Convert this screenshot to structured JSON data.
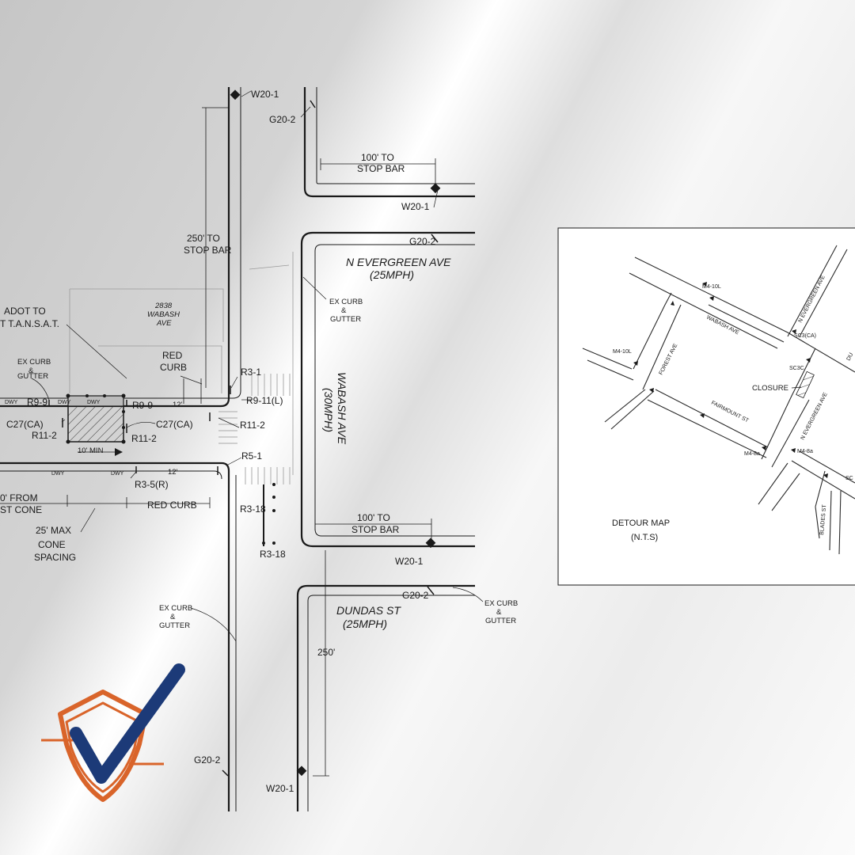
{
  "plan": {
    "signs": {
      "w20_1": "W20-1",
      "g20_2": "G20-2",
      "g20_2b": "G20-2",
      "r3_1": "R3-1",
      "r9_11l": "R9-11(L)",
      "r11_2": "R11-2",
      "r5_1": "R5-1",
      "r3_18": "R3-18",
      "r9_9": "R9-9",
      "c27ca": "C27(CA)",
      "r3_5r": "R3-5(R)"
    },
    "dims": {
      "to_stop_bar_100_l1": "100' TO",
      "to_stop_bar_100_l2": "STOP BAR",
      "to_stop_bar_250_l1": "250' TO",
      "to_stop_bar_250_l2": "STOP BAR",
      "d250": "250'",
      "d12": "12'",
      "min10": "10' MIN",
      "from_l1": "0' FROM",
      "from_l2": "ST CONE",
      "cone_l1": "25' MAX",
      "cone_l2": "CONE",
      "cone_l3": "SPACING"
    },
    "notes": {
      "ex_curb_l1": "EX CURB",
      "ex_curb_l2": "&",
      "ex_curb_l3": "GUTTER",
      "red_curb_l1": "RED",
      "red_curb_l2": "CURB",
      "red_curb_single": "RED CURB",
      "adot_l1": "ADOT TO",
      "adot_l2": "T T.A.N.S.A.T.",
      "addr_l1": "2838",
      "addr_l2": "WABASH",
      "addr_l3": "AVE",
      "dwy": "DWY"
    },
    "streets": {
      "evergreen_name": "N EVERGREEN AVE",
      "evergreen_speed": "(25MPH)",
      "wabash_name": "WABASH AVE",
      "wabash_speed": "(30MPH)",
      "dundas_name": "DUNDAS ST",
      "dundas_speed": "(25MPH)"
    }
  },
  "detour": {
    "title": "DETOUR MAP",
    "scale": "(N.T.S)",
    "streets": {
      "wabash": "WABASH AVE",
      "forest": "FOREST AVE",
      "fairmount": "FAIRMOUNT ST",
      "evergreen_top": "N EVERGREEN AVE",
      "evergreen_mid": "N EVERGREEN AVE",
      "blades": "BLADES ST",
      "du_cut": "DU"
    },
    "closure": "CLOSURE",
    "signs": {
      "m4_10l_a": "M4-10L",
      "m4_10l_b": "M4-10L",
      "sc3ca": "SC3(CA)",
      "sc3_cut": "SC3C",
      "m4_8a_a": "M4-8a",
      "m4_8a_b": "M4-8a",
      "sc_cut": "SC"
    }
  },
  "colors": {
    "line": "#1a1a1a",
    "logo_orange": "#d9642a",
    "logo_navy": "#1c3a78"
  },
  "logo": {
    "icon": "shield-checkmark-icon"
  }
}
